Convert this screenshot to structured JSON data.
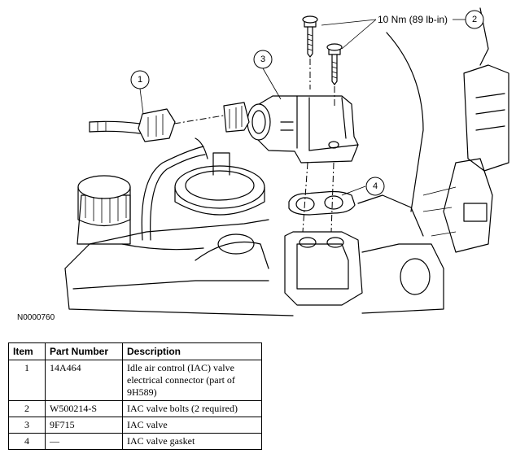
{
  "figure": {
    "id_label": "N0000760",
    "torque_label": "10 Nm (89 lb-in)",
    "callouts": [
      "1",
      "2",
      "3",
      "4"
    ]
  },
  "table": {
    "headers": [
      "Item",
      "Part Number",
      "Description"
    ],
    "rows": [
      {
        "item": "1",
        "part_number": "14A464",
        "description": "Idle air control (IAC) valve electrical connector (part of 9H589)"
      },
      {
        "item": "2",
        "part_number": "W500214-S",
        "description": "IAC valve bolts (2 required)"
      },
      {
        "item": "3",
        "part_number": "9F715",
        "description": "IAC valve"
      },
      {
        "item": "4",
        "part_number": "—",
        "description": "IAC valve gasket"
      }
    ]
  }
}
